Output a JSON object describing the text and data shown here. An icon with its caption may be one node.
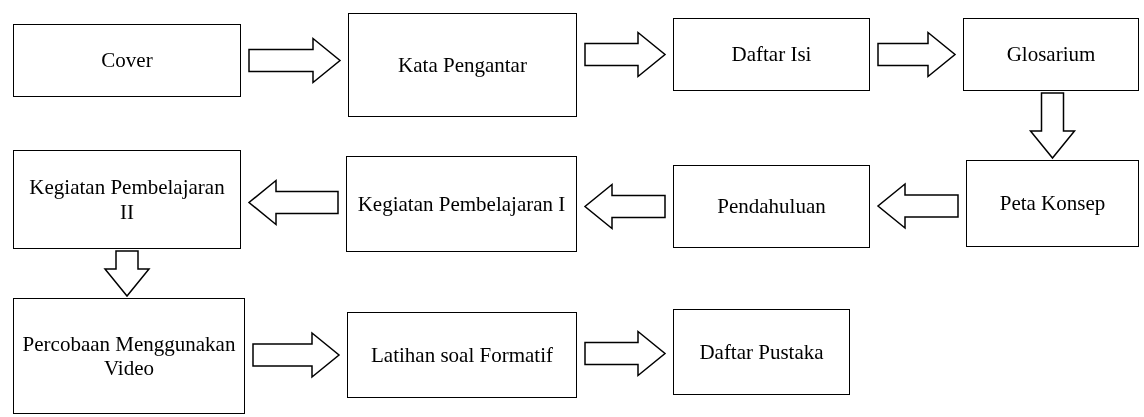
{
  "diagram": {
    "nodes": [
      {
        "text": [
          "Cover"
        ]
      },
      {
        "text": [
          "Kata Pengantar"
        ]
      },
      {
        "text": [
          "Daftar Isi"
        ]
      },
      {
        "text": [
          "Glosarium"
        ]
      },
      {
        "text": [
          "Peta Konsep"
        ]
      },
      {
        "text": [
          "Pendahuluan"
        ]
      },
      {
        "text": [
          "Kegiatan Pembelajaran I"
        ]
      },
      {
        "text": [
          "Kegiatan Pembelajaran II"
        ]
      },
      {
        "text": [
          "Percobaan Menggunakan Video"
        ]
      },
      {
        "text": [
          "Latihan soal Formatif"
        ]
      },
      {
        "text": [
          "Daftar Pustaka"
        ]
      }
    ],
    "edges": [
      {
        "from": 0,
        "to": 1,
        "arrow": "to"
      },
      {
        "from": 1,
        "to": 2,
        "arrow": "to"
      },
      {
        "from": 2,
        "to": 3,
        "arrow": "to"
      },
      {
        "from": 3,
        "to": 4,
        "arrow": "to"
      },
      {
        "from": 4,
        "to": 5,
        "arrow": "to"
      },
      {
        "from": 5,
        "to": 6,
        "arrow": "to"
      },
      {
        "from": 6,
        "to": 7,
        "arrow": "to"
      },
      {
        "from": 7,
        "to": 8,
        "arrow": "to"
      },
      {
        "from": 8,
        "to": 9,
        "arrow": "to"
      },
      {
        "from": 9,
        "to": 10,
        "arrow": "to"
      }
    ]
  }
}
